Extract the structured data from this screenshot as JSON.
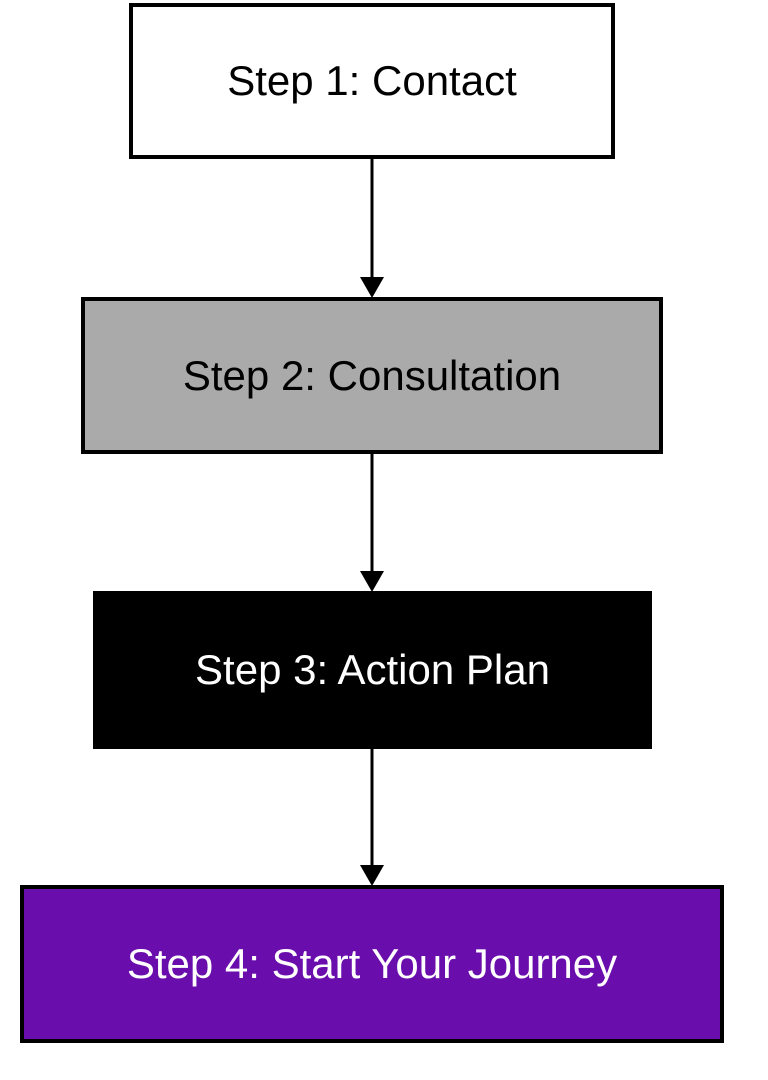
{
  "diagram": {
    "steps": [
      {
        "label": "Step 1: Contact",
        "fill": "#ffffff",
        "text_color": "#000000"
      },
      {
        "label": "Step 2: Consultation",
        "fill": "#aaaaaa",
        "text_color": "#000000"
      },
      {
        "label": "Step 3: Action Plan",
        "fill": "#000000",
        "text_color": "#ffffff"
      },
      {
        "label": "Step 4: Start Your Journey",
        "fill": "#6a0dad",
        "text_color": "#ffffff"
      }
    ],
    "connectors": [
      {
        "from": "Step 1: Contact",
        "to": "Step 2: Consultation"
      },
      {
        "from": "Step 2: Consultation",
        "to": "Step 3: Action Plan"
      },
      {
        "from": "Step 3: Action Plan",
        "to": "Step 4: Start Your Journey"
      }
    ],
    "colors": {
      "line": "#000000",
      "accent": "#6a0dad"
    }
  }
}
